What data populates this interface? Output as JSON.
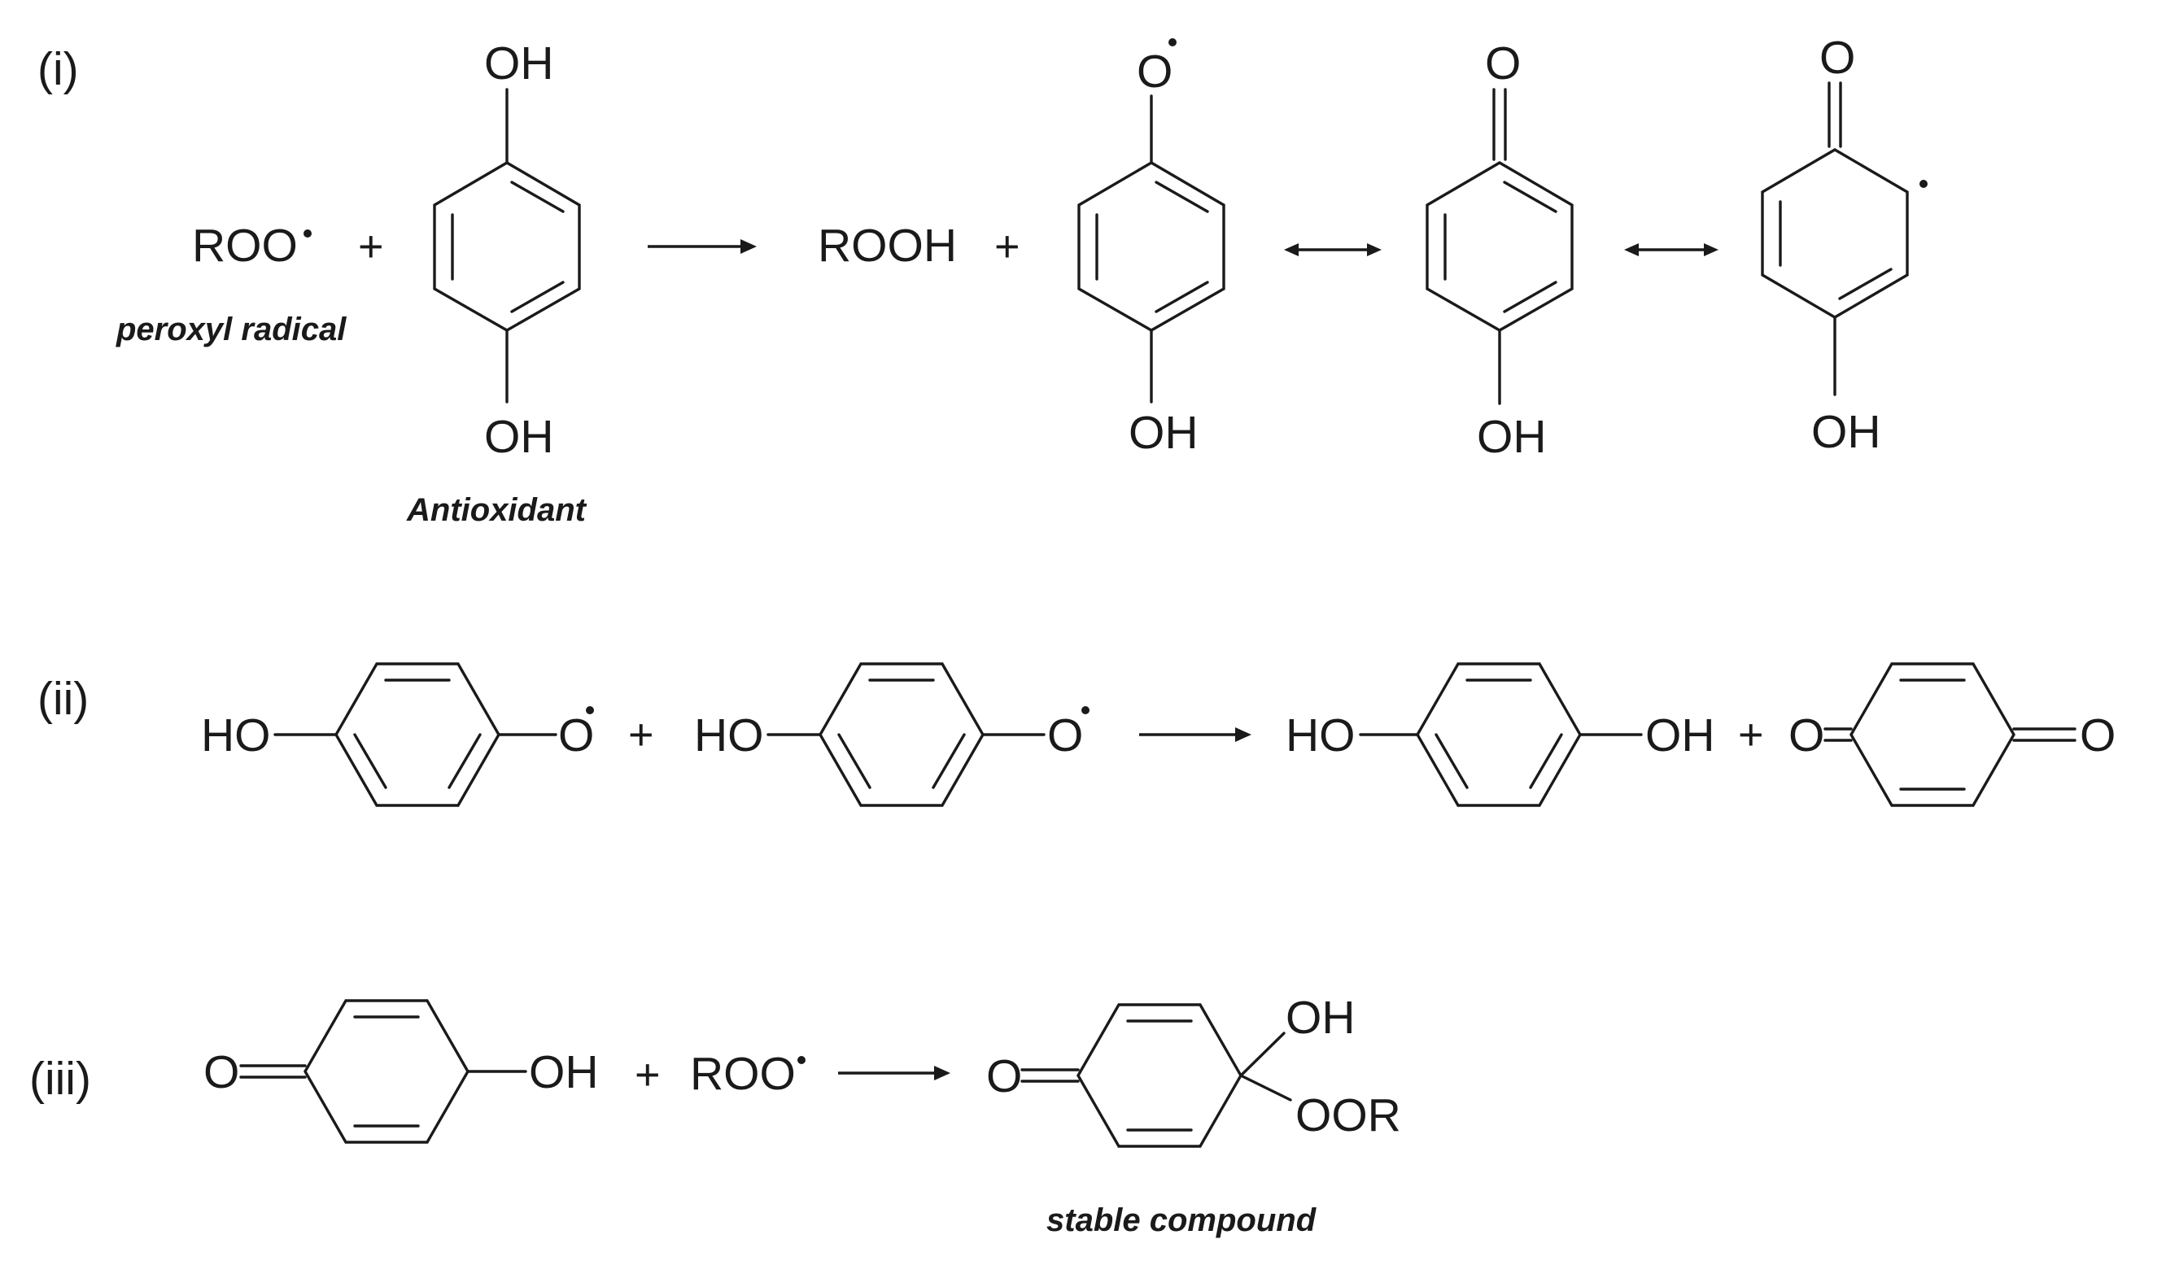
{
  "reactions": [
    {
      "label": "(i)",
      "peroxyl": "ROO",
      "peroxyl_note": "peroxyl radical",
      "plus1": "+",
      "antioxidant_top": "OH",
      "antioxidant_bottom": "OH",
      "antioxidant_note": "Antioxidant",
      "product": "ROOH",
      "plus2": "+",
      "res1_top": "O",
      "res1_bottom": "OH",
      "res2_top": "O",
      "res2_bottom": "OH",
      "res3_top": "O",
      "res3_bottom": "OH"
    },
    {
      "label": "(ii)",
      "r1_left": "HO",
      "r1_right": "O",
      "plus1": "+",
      "r2_left": "HO",
      "r2_right": "O",
      "p1_left": "HO",
      "p1_right": "OH",
      "plus2": "+",
      "p2_left": "O",
      "p2_right": "O"
    },
    {
      "label": "(iii)",
      "r1_left": "O",
      "r1_right": "OH",
      "plus": "+",
      "peroxyl": "ROO",
      "p_left": "O",
      "p_oh": "OH",
      "p_oor": "OOR",
      "p_note": "stable compound"
    }
  ],
  "colors": {
    "ink": "#1a1a1a",
    "background": "#ffffff"
  }
}
